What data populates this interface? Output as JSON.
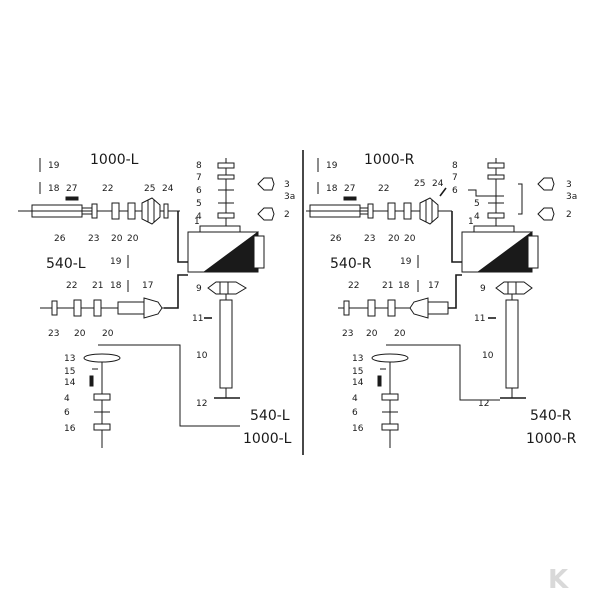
{
  "diagram": {
    "left_panel": {
      "title_top": "1000-L",
      "title_mid": "540-L",
      "title_bottom_a": "540-L",
      "title_bottom_b": "1000-L"
    },
    "right_panel": {
      "title_top": "1000-R",
      "title_mid": "540-R",
      "title_bottom_a": "540-R",
      "title_bottom_b": "1000-R"
    },
    "part_numbers": {
      "p1": "1",
      "p2": "2",
      "p3": "3",
      "p3a": "3a",
      "p4": "4",
      "p5": "5",
      "p6": "6",
      "p7": "7",
      "p8": "8",
      "p9": "9",
      "p10": "10",
      "p11": "11",
      "p12": "12",
      "p13": "13",
      "p14": "14",
      "p15": "15",
      "p16": "16",
      "p17": "17",
      "p18": "18",
      "p19": "19",
      "p20": "20",
      "p21": "21",
      "p22": "22",
      "p23": "23",
      "p24": "24",
      "p25": "25",
      "p26": "26",
      "p27": "27"
    },
    "watermark": "K",
    "colors": {
      "ink": "#1a1a1a",
      "paper": "#ffffff",
      "watermark": "#d9d9d9"
    }
  }
}
